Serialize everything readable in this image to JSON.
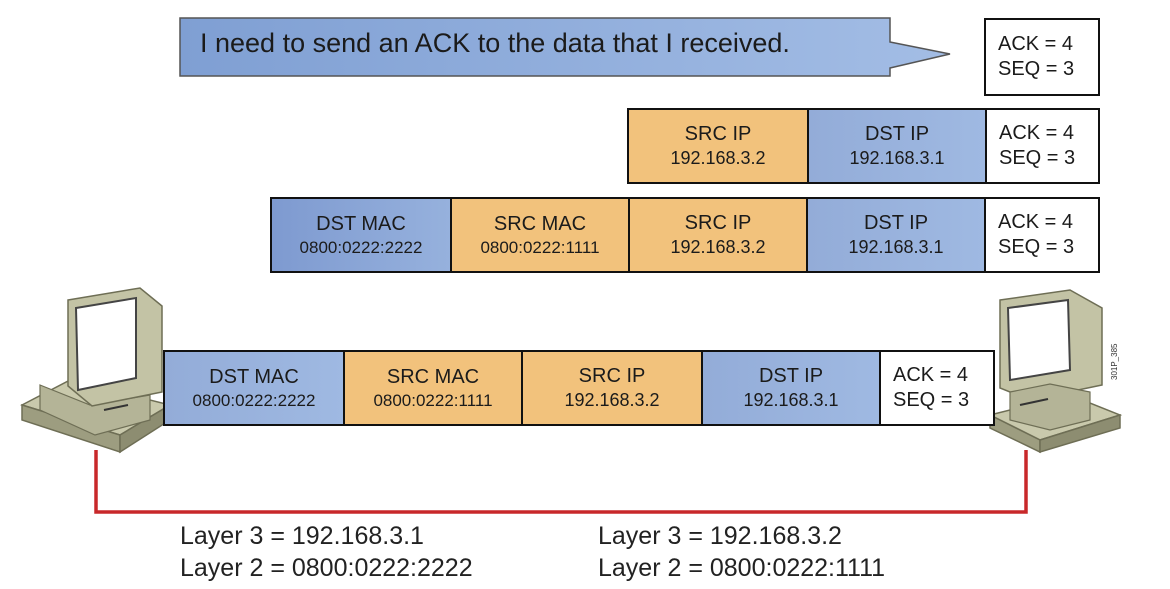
{
  "bubble": {
    "text": "I need to send an ACK to the data that I received."
  },
  "segment": {
    "ack": "ACK = 4",
    "seq": "SEQ = 3"
  },
  "packet": {
    "src_ip": {
      "label": "SRC IP",
      "value": "192.168.3.2"
    },
    "dst_ip": {
      "label": "DST IP",
      "value": "192.168.3.1"
    },
    "ack": "ACK = 4",
    "seq": "SEQ = 3"
  },
  "frame": {
    "dst_mac": {
      "label": "DST MAC",
      "value": "0800:0222:2222"
    },
    "src_mac": {
      "label": "SRC MAC",
      "value": "0800:0222:1111"
    },
    "src_ip": {
      "label": "SRC IP",
      "value": "192.168.3.2"
    },
    "dst_ip": {
      "label": "DST IP",
      "value": "192.168.3.1"
    },
    "ack": "ACK = 4",
    "seq": "SEQ = 3"
  },
  "wire_frame": {
    "dst_mac": {
      "label": "DST MAC",
      "value": "0800:0222:2222"
    },
    "src_mac": {
      "label": "SRC MAC",
      "value": "0800:0222:1111"
    },
    "src_ip": {
      "label": "SRC IP",
      "value": "192.168.3.2"
    },
    "dst_ip": {
      "label": "DST IP",
      "value": "192.168.3.1"
    },
    "ack": "ACK = 4",
    "seq": "SEQ = 3"
  },
  "left_host": {
    "layer3": "Layer 3 = 192.168.3.1",
    "layer2": "Layer 2 = 0800:0222:2222"
  },
  "right_host": {
    "layer3": "Layer 3 = 192.168.3.2",
    "layer2": "Layer 2 = 0800:0222:1111"
  },
  "figure_id": "301P_385",
  "colors": {
    "blue": "#9fb9e2",
    "orange": "#f2c27c",
    "wire": "#c8282a"
  }
}
